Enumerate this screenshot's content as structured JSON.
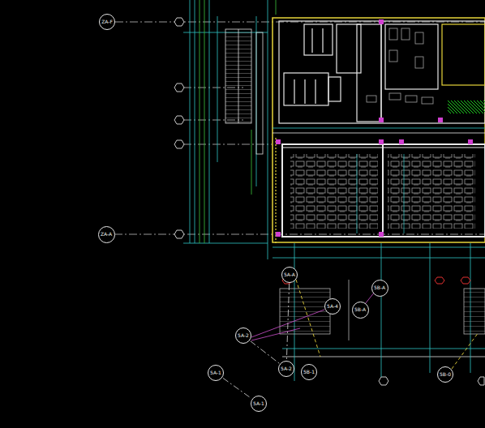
{
  "diagram": {
    "nodes": [
      {
        "text": [
          "ZA-F"
        ]
      },
      {
        "text": [
          "ZA-A"
        ]
      },
      {
        "text": [
          "5A-A"
        ]
      },
      {
        "text": [
          "5B-A"
        ]
      },
      {
        "text": [
          "5A-4"
        ]
      },
      {
        "text": [
          "5B-A"
        ]
      },
      {
        "text": [
          "5A-2"
        ]
      },
      {
        "text": [
          "5A-1"
        ]
      },
      {
        "text": [
          "5A-2"
        ]
      },
      {
        "text": [
          "5B-1"
        ]
      },
      {
        "text": [
          "5B-0"
        ]
      },
      {
        "text": [
          "5A-1"
        ]
      }
    ],
    "edges": [
      {
        "from": 7,
        "to": 11,
        "arrow": "none"
      },
      {
        "from": 2,
        "to": 8,
        "arrow": "none"
      },
      {
        "from": 6,
        "to": 8,
        "arrow": "none"
      }
    ]
  }
}
